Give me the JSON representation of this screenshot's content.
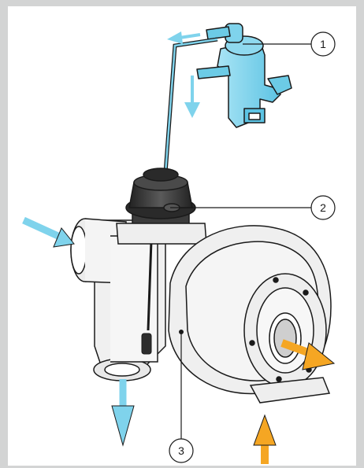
{
  "callouts": [
    {
      "number": "1"
    },
    {
      "number": "2"
    },
    {
      "number": "3"
    }
  ],
  "colors": {
    "background": "#d3d4d4",
    "panel": "#ffffff",
    "valve": "#7fd3ec",
    "flow_blue": "#7fd3ec",
    "flow_orange": "#f5a623",
    "actuator": "#3b3b3b",
    "housing": "#f0f0f0",
    "line": "#1a1a1a"
  }
}
